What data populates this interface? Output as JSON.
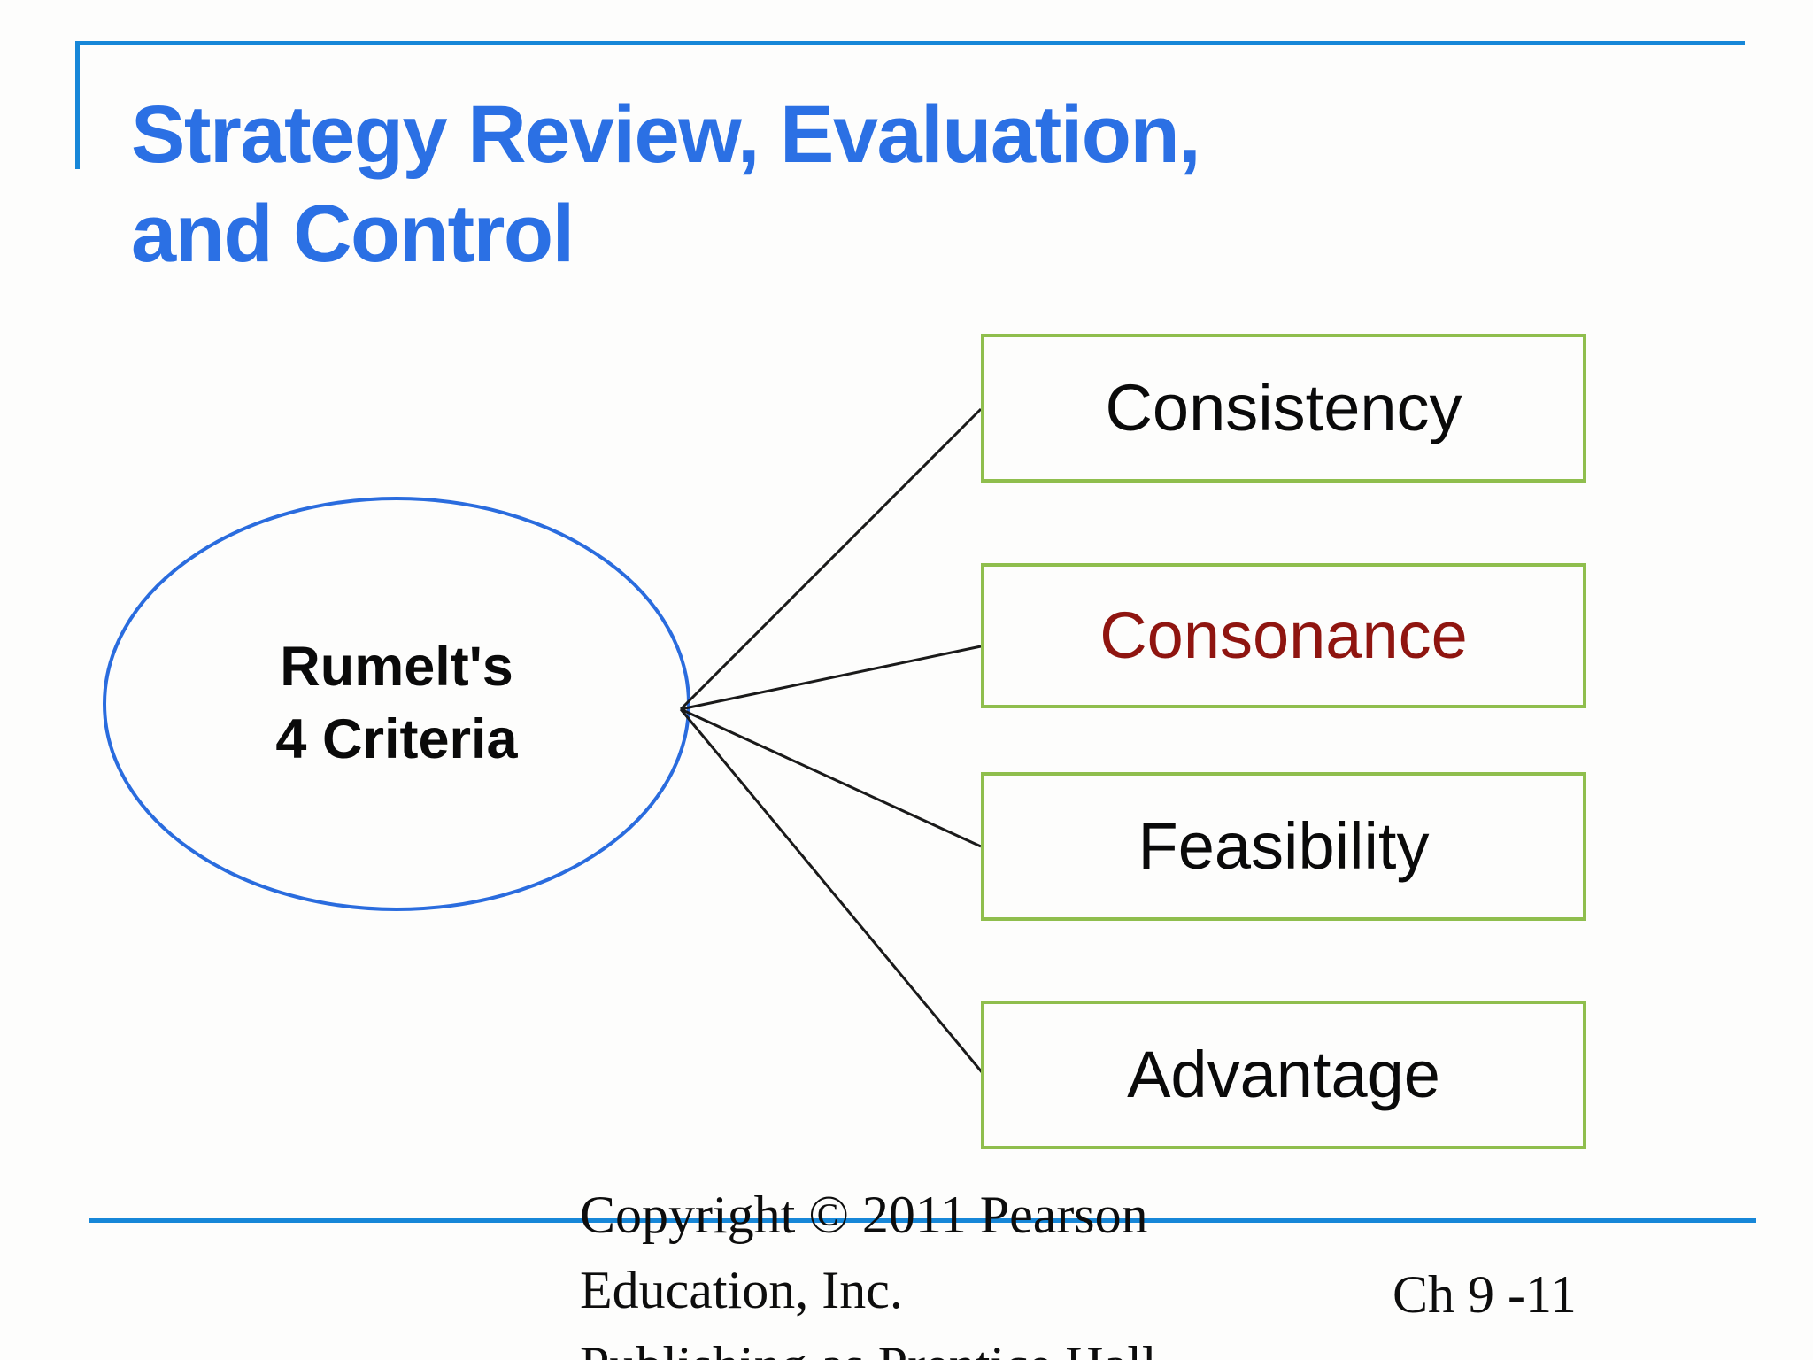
{
  "slide": {
    "title": {
      "line1": "Strategy Review, Evaluation,",
      "line2": "and Control"
    },
    "ellipse": {
      "label_line1": "Rumelt's",
      "label_line2": "4 Criteria"
    },
    "criteria": [
      {
        "label": "Consistency",
        "color": "#0a0a0a"
      },
      {
        "label": "Consonance",
        "color": "#8f1510"
      },
      {
        "label": "Feasibility",
        "color": "#0a0a0a"
      },
      {
        "label": "Advantage",
        "color": "#0a0a0a"
      }
    ],
    "footer": {
      "copyright_line1": "Copyright © 2011 Pearson",
      "copyright_line2": "Education, Inc.",
      "copyright_line3": "Publishing as Prentice Hall",
      "page_label": "Ch 9 -11"
    },
    "colors": {
      "title_blue": "#2b70e4",
      "rule_blue": "#1787d8",
      "ellipse_stroke": "#2a6cde",
      "box_border_green": "#8fbe4d",
      "consonance_red": "#8f1510",
      "connector_black": "#1a1a1a"
    }
  }
}
